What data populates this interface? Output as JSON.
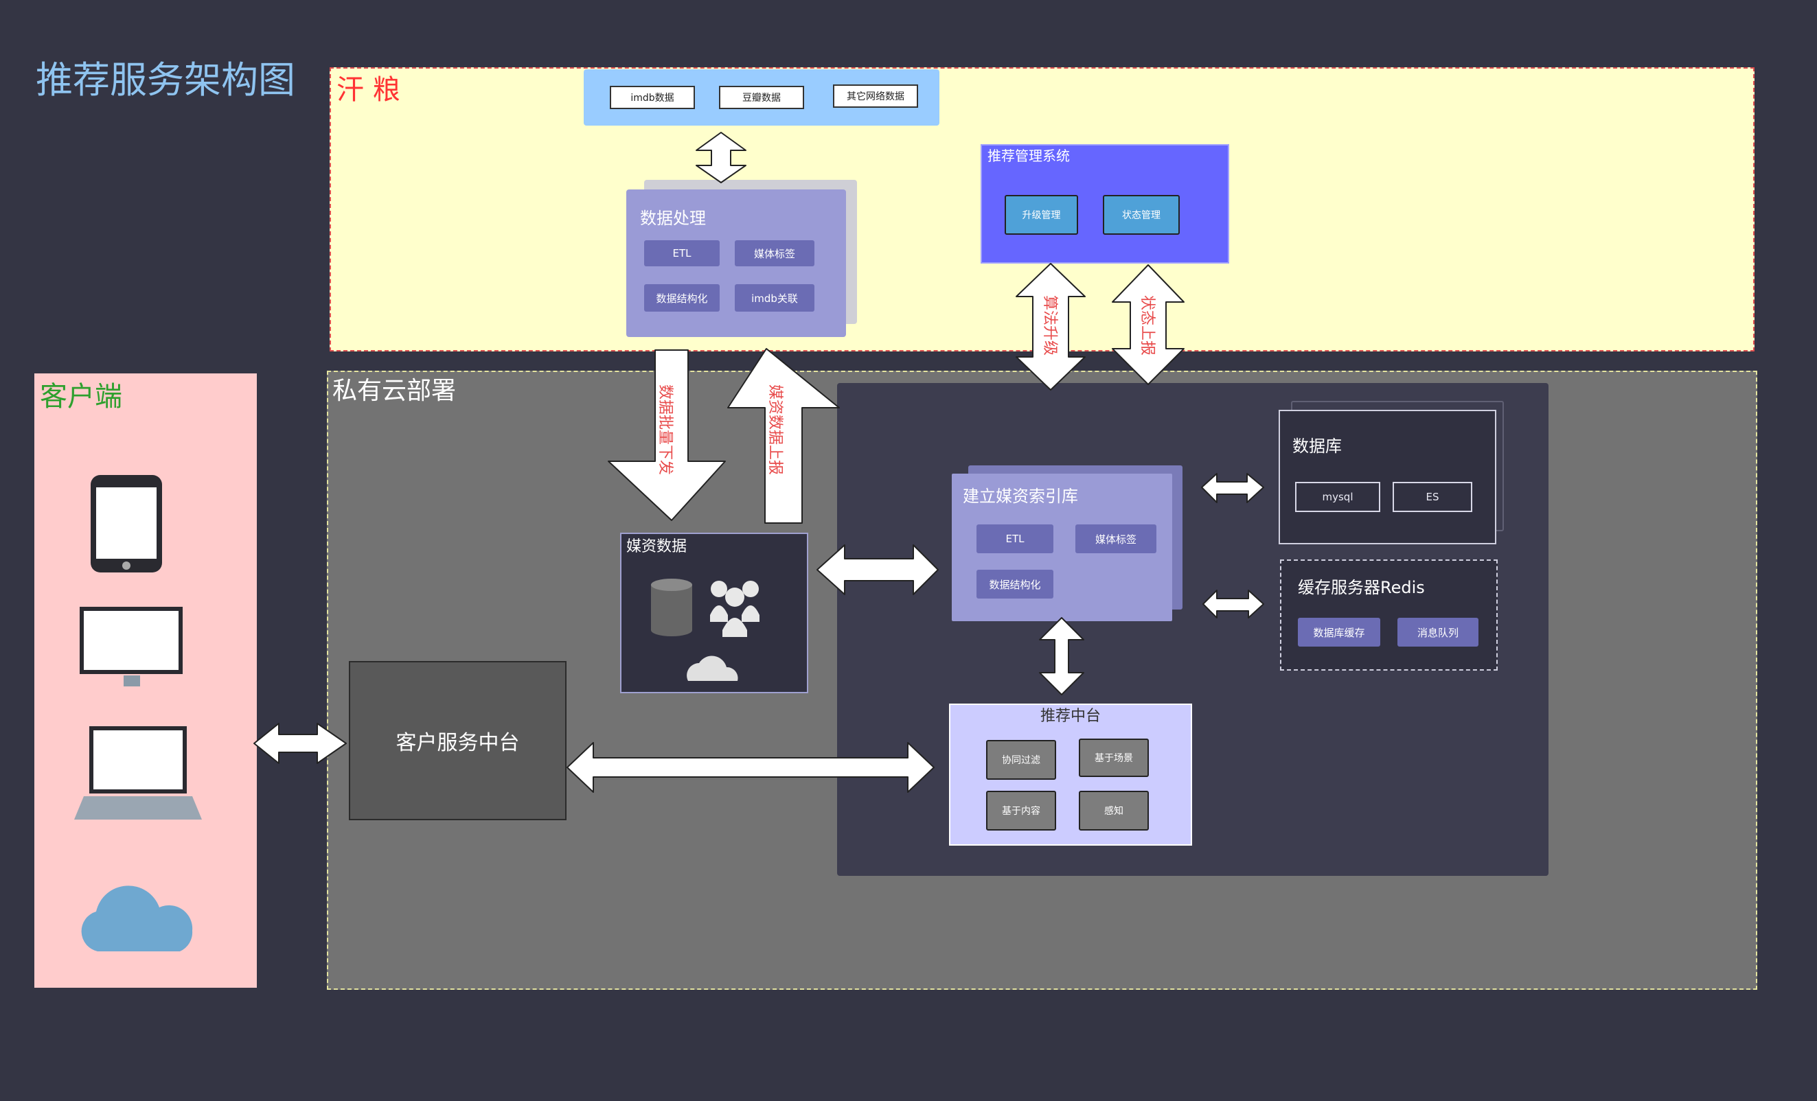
{
  "page_title": "推荐服务架构图",
  "regions": {
    "upper": "汗 粮",
    "client": "客户端",
    "private_cloud": "私有云部署"
  },
  "sources": [
    "imdb数据",
    "豆瓣数据",
    "其它网络数据"
  ],
  "data_processing": {
    "title": "数据处理",
    "items": [
      "ETL",
      "媒体标签",
      "数据结构化",
      "imdb关联"
    ]
  },
  "management": {
    "title": "推荐管理系统",
    "items": [
      "升级管理",
      "状态管理"
    ]
  },
  "arrows": {
    "algo_upgrade": "算法升级",
    "status_report": "状态上报",
    "batch_down": "数据批量下发",
    "media_up": "媒资数据上报"
  },
  "media_data": {
    "title": "媒资数据"
  },
  "index_engine": {
    "title": "建立媒资索引库",
    "items": [
      "ETL",
      "媒体标签",
      "数据结构化"
    ]
  },
  "database": {
    "title": "数据库",
    "items": [
      "mysql",
      "ES"
    ]
  },
  "redis": {
    "title": "缓存服务器Redis",
    "items": [
      "数据库缓存",
      "消息队列"
    ]
  },
  "service_center": "客户服务中台",
  "recommend_center": {
    "title": "推荐中台",
    "items": [
      "协同过滤",
      "基于场景",
      "基于内容",
      "感知"
    ]
  },
  "devices": [
    "tablet-icon",
    "monitor-icon",
    "laptop-icon",
    "cloud-icon"
  ],
  "colors": {
    "background": "#343544",
    "title": "#8fc4f0",
    "upper_region": "#ffffcc",
    "upper_label": "#ff3333",
    "client_region": "#ffcccc",
    "client_label": "#2ea02e",
    "cloud_region": "#737373",
    "processing": "#9a9bd6",
    "management": "#6666ff",
    "recommend": "#ccccff",
    "arrow_text": "#e84b4b"
  }
}
